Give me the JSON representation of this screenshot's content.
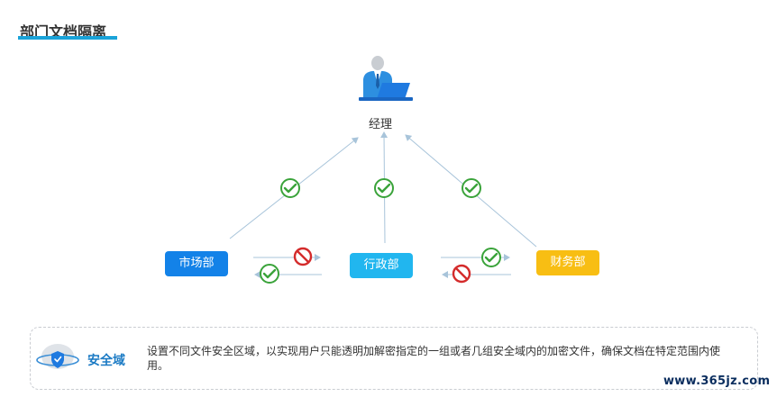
{
  "title": "部门文档隔离",
  "manager": {
    "label": "经理",
    "icon": "manager-at-laptop-icon"
  },
  "departments": {
    "marketing": {
      "label": "市场部",
      "color": "#1382e8"
    },
    "admin": {
      "label": "行政部",
      "color": "#21b6ef"
    },
    "finance": {
      "label": "财务部",
      "color": "#f8be13"
    }
  },
  "colors": {
    "allowed": "#3aa33a",
    "denied": "#d42b2b",
    "arrow": "#a8c4da",
    "accent": "#1aa3d9"
  },
  "info": {
    "title": "安全域",
    "icon": "security-domain-shield-icon",
    "description": "设置不同文件安全区域，以实现用户只能透明加解密指定的一组或者几组安全域内的加密文件，确保文档在特定范围内使用。"
  },
  "watermark": "www.365jz.com"
}
